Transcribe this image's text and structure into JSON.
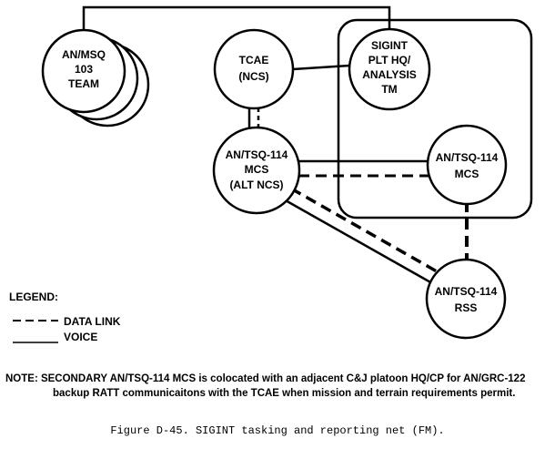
{
  "nodes": {
    "msq_team": [
      "AN/MSQ",
      "103",
      "TEAM"
    ],
    "tcae": [
      "TCAE",
      "(NCS)"
    ],
    "sigint_hq": [
      "SIGINT",
      "PLT HQ/",
      "ANALYSIS",
      "TM"
    ],
    "mcs_alt": [
      "AN/TSQ-114",
      "MCS",
      "(ALT NCS)"
    ],
    "mcs": [
      "AN/TSQ-114",
      "MCS"
    ],
    "rss": [
      "AN/TSQ-114",
      "RSS"
    ]
  },
  "legend": {
    "title": "LEGEND:",
    "data_link": "DATA LINK",
    "voice": "VOICE"
  },
  "note": {
    "line1": "NOTE: SECONDARY AN/TSQ-114 MCS is colocated with an adjacent C&J platoon HQ/CP for AN/GRC-122",
    "line2": "backup RATT communicaitons with the TCAE when mission and terrain requirements permit."
  },
  "caption": "Figure D-45. SIGINT tasking and reporting net (FM)."
}
